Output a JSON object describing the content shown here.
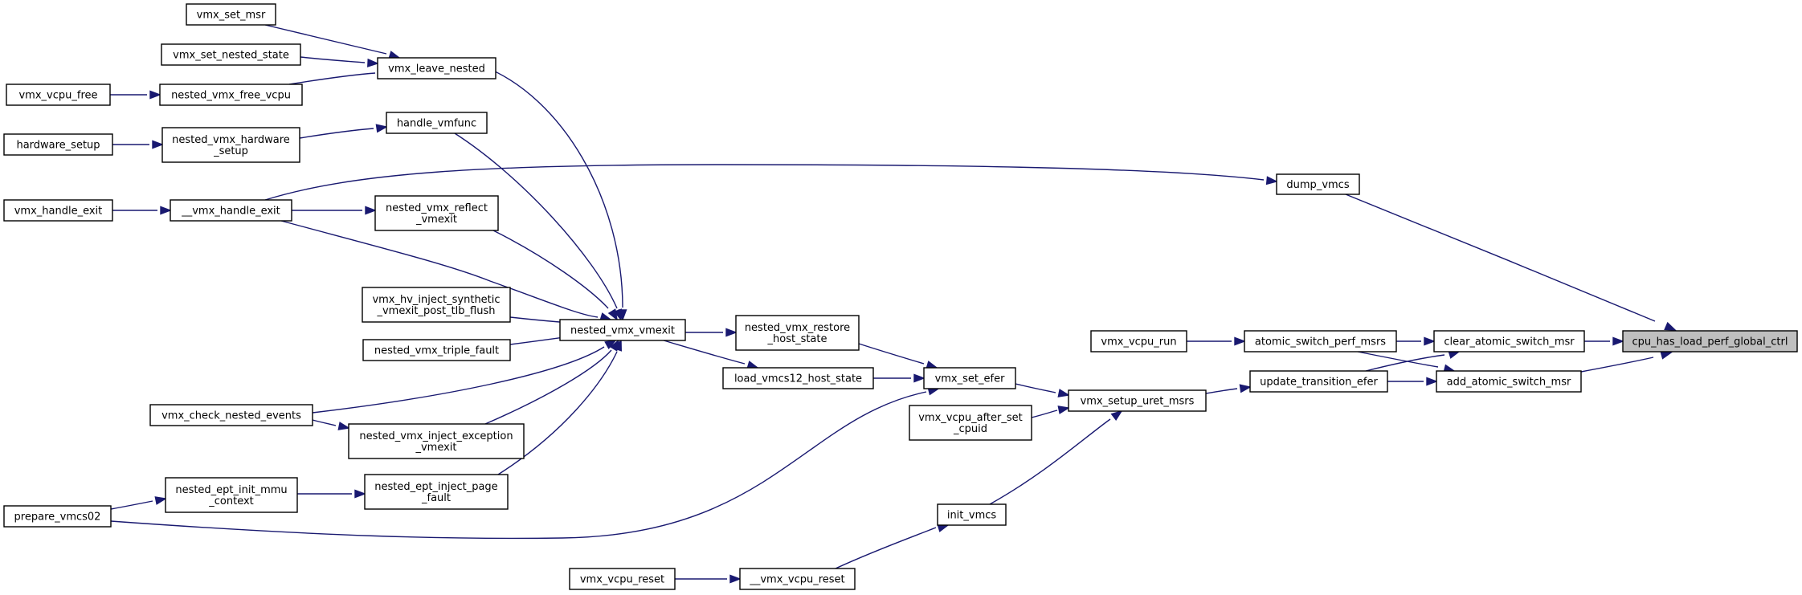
{
  "nodes": [
    {
      "id": "cpu",
      "lines": [
        "cpu_has_load_perf_global_ctrl"
      ]
    },
    {
      "id": "dump_vmcs",
      "lines": [
        "dump_vmcs"
      ]
    },
    {
      "id": "clear_atomic",
      "lines": [
        "clear_atomic_switch_msr"
      ]
    },
    {
      "id": "add_atomic",
      "lines": [
        "add_atomic_switch_msr"
      ]
    },
    {
      "id": "atomic_switch_perf",
      "lines": [
        "atomic_switch_perf_msrs"
      ]
    },
    {
      "id": "update_transition_efer",
      "lines": [
        "update_transition_efer"
      ]
    },
    {
      "id": "vmx_vcpu_run",
      "lines": [
        "vmx_vcpu_run"
      ]
    },
    {
      "id": "vmx_setup_uret",
      "lines": [
        "vmx_setup_uret_msrs"
      ]
    },
    {
      "id": "vmx_set_efer",
      "lines": [
        "vmx_set_efer"
      ]
    },
    {
      "id": "vmx_vcpu_after_set",
      "lines": [
        "vmx_vcpu_after_set",
        "_cpuid"
      ]
    },
    {
      "id": "init_vmcs",
      "lines": [
        "init_vmcs"
      ]
    },
    {
      "id": "__vmx_vcpu_reset",
      "lines": [
        "__vmx_vcpu_reset"
      ]
    },
    {
      "id": "vmx_vcpu_reset",
      "lines": [
        "vmx_vcpu_reset"
      ]
    },
    {
      "id": "nested_vmx_restore",
      "lines": [
        "nested_vmx_restore",
        "_host_state"
      ]
    },
    {
      "id": "load_vmcs12",
      "lines": [
        "load_vmcs12_host_state"
      ]
    },
    {
      "id": "nested_vmx_vmexit",
      "lines": [
        "nested_vmx_vmexit"
      ]
    },
    {
      "id": "vmx_leave_nested",
      "lines": [
        "vmx_leave_nested"
      ]
    },
    {
      "id": "handle_vmfunc",
      "lines": [
        "handle_vmfunc"
      ]
    },
    {
      "id": "nested_vmx_reflect",
      "lines": [
        "nested_vmx_reflect",
        "_vmexit"
      ]
    },
    {
      "id": "vmx_hv_inject",
      "lines": [
        "vmx_hv_inject_synthetic",
        "_vmexit_post_tlb_flush"
      ]
    },
    {
      "id": "nested_vmx_triple",
      "lines": [
        "nested_vmx_triple_fault"
      ]
    },
    {
      "id": "vmx_check_nested",
      "lines": [
        "vmx_check_nested_events"
      ]
    },
    {
      "id": "nested_vmx_inject_exc",
      "lines": [
        "nested_vmx_inject_exception",
        "_vmexit"
      ]
    },
    {
      "id": "nested_ept_inject",
      "lines": [
        "nested_ept_inject_page",
        "_fault"
      ]
    },
    {
      "id": "nested_ept_init",
      "lines": [
        "nested_ept_init_mmu",
        "_context"
      ]
    },
    {
      "id": "prepare_vmcs02",
      "lines": [
        "prepare_vmcs02"
      ]
    },
    {
      "id": "__vmx_handle_exit",
      "lines": [
        "__vmx_handle_exit"
      ]
    },
    {
      "id": "vmx_handle_exit",
      "lines": [
        "vmx_handle_exit"
      ]
    },
    {
      "id": "vmx_set_msr",
      "lines": [
        "vmx_set_msr"
      ]
    },
    {
      "id": "vmx_set_nested_state",
      "lines": [
        "vmx_set_nested_state"
      ]
    },
    {
      "id": "nested_vmx_free_vcpu",
      "lines": [
        "nested_vmx_free_vcpu"
      ]
    },
    {
      "id": "vmx_vcpu_free",
      "lines": [
        "vmx_vcpu_free"
      ]
    },
    {
      "id": "nested_vmx_hw_setup",
      "lines": [
        "nested_vmx_hardware",
        "_setup"
      ]
    },
    {
      "id": "hardware_setup",
      "lines": [
        "hardware_setup"
      ]
    }
  ],
  "edges": [
    {
      "from": "dump_vmcs",
      "to": "cpu"
    },
    {
      "from": "clear_atomic",
      "to": "cpu"
    },
    {
      "from": "add_atomic",
      "to": "cpu"
    },
    {
      "from": "__vmx_handle_exit",
      "to": "dump_vmcs"
    },
    {
      "from": "atomic_switch_perf",
      "to": "clear_atomic"
    },
    {
      "from": "update_transition_efer",
      "to": "clear_atomic"
    },
    {
      "from": "atomic_switch_perf",
      "to": "add_atomic"
    },
    {
      "from": "update_transition_efer",
      "to": "add_atomic"
    },
    {
      "from": "vmx_vcpu_run",
      "to": "atomic_switch_perf"
    },
    {
      "from": "vmx_setup_uret",
      "to": "update_transition_efer"
    },
    {
      "from": "vmx_set_efer",
      "to": "vmx_setup_uret"
    },
    {
      "from": "vmx_vcpu_after_set",
      "to": "vmx_setup_uret"
    },
    {
      "from": "init_vmcs",
      "to": "vmx_setup_uret"
    },
    {
      "from": "__vmx_vcpu_reset",
      "to": "init_vmcs"
    },
    {
      "from": "vmx_vcpu_reset",
      "to": "__vmx_vcpu_reset"
    },
    {
      "from": "nested_vmx_restore",
      "to": "vmx_set_efer"
    },
    {
      "from": "load_vmcs12",
      "to": "vmx_set_efer"
    },
    {
      "from": "prepare_vmcs02",
      "to": "vmx_set_efer"
    },
    {
      "from": "nested_vmx_vmexit",
      "to": "nested_vmx_restore"
    },
    {
      "from": "nested_vmx_vmexit",
      "to": "load_vmcs12"
    },
    {
      "from": "vmx_leave_nested",
      "to": "nested_vmx_vmexit"
    },
    {
      "from": "handle_vmfunc",
      "to": "nested_vmx_vmexit"
    },
    {
      "from": "nested_vmx_reflect",
      "to": "nested_vmx_vmexit"
    },
    {
      "from": "__vmx_handle_exit",
      "to": "nested_vmx_vmexit"
    },
    {
      "from": "vmx_hv_inject",
      "to": "nested_vmx_vmexit"
    },
    {
      "from": "nested_vmx_triple",
      "to": "nested_vmx_vmexit"
    },
    {
      "from": "vmx_check_nested",
      "to": "nested_vmx_vmexit"
    },
    {
      "from": "nested_vmx_inject_exc",
      "to": "nested_vmx_vmexit"
    },
    {
      "from": "nested_ept_inject",
      "to": "nested_vmx_vmexit"
    },
    {
      "from": "vmx_set_msr",
      "to": "vmx_leave_nested"
    },
    {
      "from": "vmx_set_nested_state",
      "to": "vmx_leave_nested"
    },
    {
      "from": "nested_vmx_free_vcpu",
      "to": "vmx_leave_nested"
    },
    {
      "from": "vmx_vcpu_free",
      "to": "nested_vmx_free_vcpu"
    },
    {
      "from": "nested_vmx_hw_setup",
      "to": "handle_vmfunc"
    },
    {
      "from": "hardware_setup",
      "to": "nested_vmx_hw_setup"
    },
    {
      "from": "__vmx_handle_exit",
      "to": "nested_vmx_reflect"
    },
    {
      "from": "vmx_handle_exit",
      "to": "__vmx_handle_exit"
    },
    {
      "from": "vmx_check_nested",
      "to": "nested_vmx_inject_exc"
    },
    {
      "from": "nested_ept_init",
      "to": "nested_ept_inject"
    },
    {
      "from": "prepare_vmcs02",
      "to": "nested_ept_init"
    }
  ]
}
